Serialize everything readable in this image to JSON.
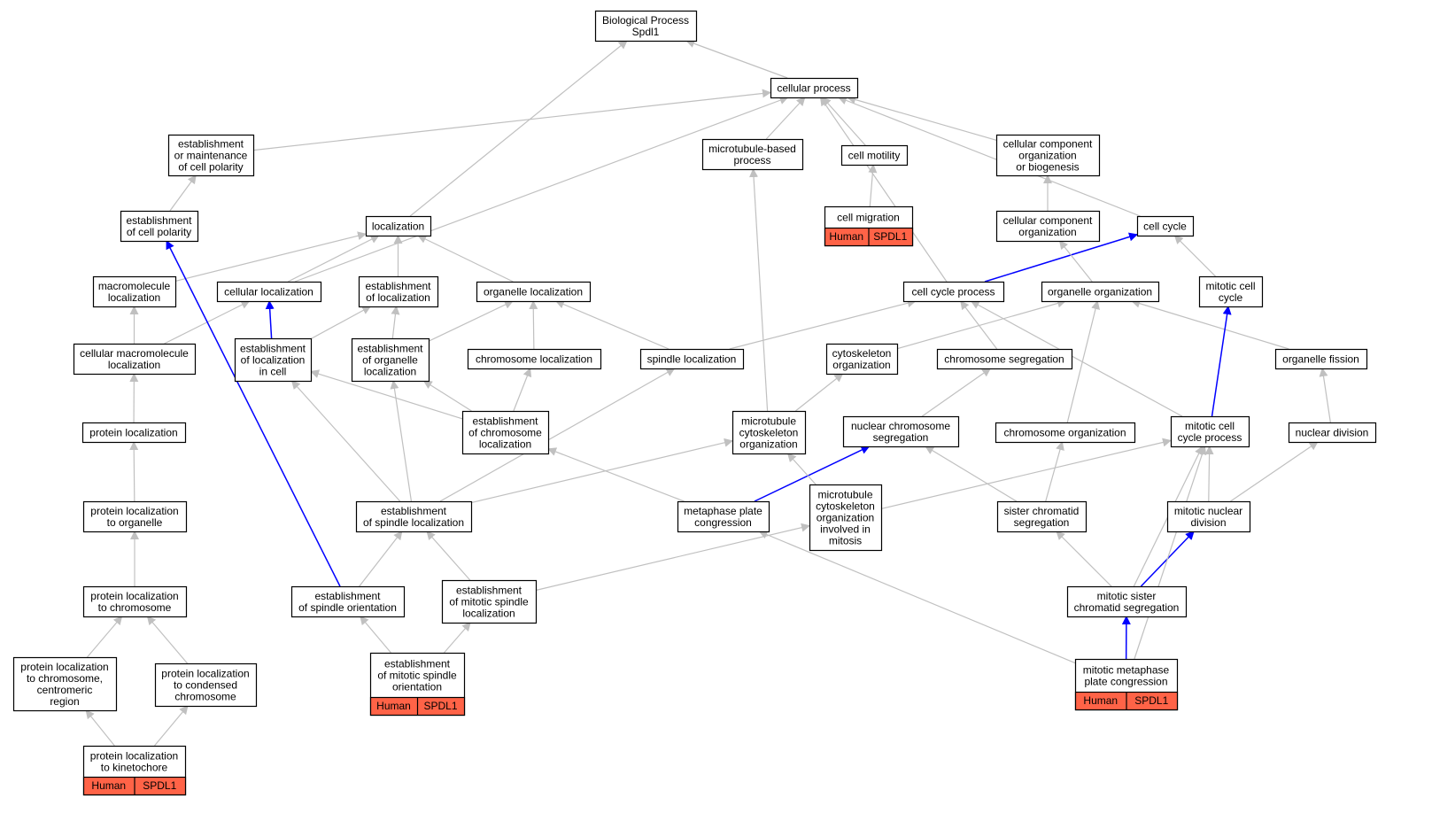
{
  "colors": {
    "edge": "#c0c0c0",
    "highlight": "#0000ff",
    "node_border": "#000000",
    "annotation": "#ff6347"
  },
  "annotation_labels": [
    "Human",
    "SPDL1"
  ],
  "nodes": [
    {
      "id": "root",
      "lines": [
        "Biological Process",
        "Spdl1"
      ]
    },
    {
      "id": "cellular_process",
      "lines": [
        "cellular process"
      ]
    },
    {
      "id": "est_maint_polarity",
      "lines": [
        "establishment",
        "or maintenance",
        "of cell polarity"
      ]
    },
    {
      "id": "microtubule_based",
      "lines": [
        "microtubule-based",
        "process"
      ]
    },
    {
      "id": "cell_motility",
      "lines": [
        "cell motility"
      ]
    },
    {
      "id": "ccob",
      "lines": [
        "cellular component",
        "organization",
        "or biogenesis"
      ]
    },
    {
      "id": "est_cell_polarity",
      "lines": [
        "establishment",
        "of cell polarity"
      ]
    },
    {
      "id": "localization",
      "lines": [
        "localization"
      ]
    },
    {
      "id": "cell_migration",
      "lines": [
        "cell migration"
      ],
      "annotated": true
    },
    {
      "id": "cco",
      "lines": [
        "cellular component",
        "organization"
      ]
    },
    {
      "id": "cell_cycle",
      "lines": [
        "cell cycle"
      ]
    },
    {
      "id": "macromolecule_loc",
      "lines": [
        "macromolecule",
        "localization"
      ]
    },
    {
      "id": "cellular_loc",
      "lines": [
        "cellular localization"
      ]
    },
    {
      "id": "est_loc",
      "lines": [
        "establishment",
        "of localization"
      ]
    },
    {
      "id": "organelle_loc",
      "lines": [
        "organelle localization"
      ]
    },
    {
      "id": "cell_cycle_process",
      "lines": [
        "cell cycle process"
      ]
    },
    {
      "id": "organelle_org",
      "lines": [
        "organelle organization"
      ]
    },
    {
      "id": "mitotic_cell_cycle",
      "lines": [
        "mitotic cell",
        "cycle"
      ]
    },
    {
      "id": "cell_macro_loc",
      "lines": [
        "cellular macromolecule",
        "localization"
      ]
    },
    {
      "id": "est_loc_in_cell",
      "lines": [
        "establishment",
        "of localization",
        "in cell"
      ]
    },
    {
      "id": "est_organelle_loc",
      "lines": [
        "establishment",
        "of organelle",
        "localization"
      ]
    },
    {
      "id": "chromosome_loc",
      "lines": [
        "chromosome localization"
      ]
    },
    {
      "id": "spindle_loc",
      "lines": [
        "spindle localization"
      ]
    },
    {
      "id": "cytoskeleton_org",
      "lines": [
        "cytoskeleton",
        "organization"
      ]
    },
    {
      "id": "chromosome_seg",
      "lines": [
        "chromosome segregation"
      ]
    },
    {
      "id": "organelle_fission",
      "lines": [
        "organelle fission"
      ]
    },
    {
      "id": "protein_loc",
      "lines": [
        "protein localization"
      ]
    },
    {
      "id": "est_chromosome_loc",
      "lines": [
        "establishment",
        "of chromosome",
        "localization"
      ]
    },
    {
      "id": "mt_cytoskeleton_org",
      "lines": [
        "microtubule",
        "cytoskeleton",
        "organization"
      ]
    },
    {
      "id": "nuclear_chr_seg",
      "lines": [
        "nuclear chromosome",
        "segregation"
      ]
    },
    {
      "id": "chromosome_org",
      "lines": [
        "chromosome organization"
      ]
    },
    {
      "id": "mitotic_ccp",
      "lines": [
        "mitotic cell",
        "cycle process"
      ]
    },
    {
      "id": "nuclear_division",
      "lines": [
        "nuclear division"
      ]
    },
    {
      "id": "protein_loc_organelle",
      "lines": [
        "protein localization",
        "to organelle"
      ]
    },
    {
      "id": "est_spindle_loc",
      "lines": [
        "establishment",
        "of spindle localization"
      ]
    },
    {
      "id": "metaphase_plate",
      "lines": [
        "metaphase plate",
        "congression"
      ]
    },
    {
      "id": "mt_org_mitosis",
      "lines": [
        "microtubule",
        "cytoskeleton",
        "organization",
        "involved in",
        "mitosis"
      ]
    },
    {
      "id": "sister_chromatid_seg",
      "lines": [
        "sister chromatid",
        "segregation"
      ]
    },
    {
      "id": "mitotic_nuclear_div",
      "lines": [
        "mitotic nuclear",
        "division"
      ]
    },
    {
      "id": "protein_loc_chromosome",
      "lines": [
        "protein localization",
        "to chromosome"
      ]
    },
    {
      "id": "est_spindle_orient",
      "lines": [
        "establishment",
        "of spindle orientation"
      ]
    },
    {
      "id": "est_mitotic_spindle_loc",
      "lines": [
        "establishment",
        "of mitotic spindle",
        "localization"
      ]
    },
    {
      "id": "mitotic_sister_seg",
      "lines": [
        "mitotic sister",
        "chromatid segregation"
      ]
    },
    {
      "id": "protein_loc_centromeric",
      "lines": [
        "protein localization",
        "to chromosome,",
        "centromeric",
        "region"
      ]
    },
    {
      "id": "protein_loc_condensed",
      "lines": [
        "protein localization",
        "to condensed",
        "chromosome"
      ]
    },
    {
      "id": "est_mitotic_spindle_orient",
      "lines": [
        "establishment",
        "of mitotic spindle",
        "orientation"
      ],
      "annotated": true
    },
    {
      "id": "mitotic_metaphase",
      "lines": [
        "mitotic metaphase",
        "plate congression"
      ],
      "annotated": true
    },
    {
      "id": "protein_loc_kinetochore",
      "lines": [
        "protein localization",
        "to kinetochore"
      ],
      "annotated": true
    }
  ],
  "edges": [
    {
      "from": "cellular_process",
      "to": "root"
    },
    {
      "from": "localization",
      "to": "root"
    },
    {
      "from": "est_maint_polarity",
      "to": "cellular_process"
    },
    {
      "from": "microtubule_based",
      "to": "cellular_process"
    },
    {
      "from": "cell_motility",
      "to": "cellular_process"
    },
    {
      "from": "ccob",
      "to": "cellular_process"
    },
    {
      "from": "cell_cycle",
      "to": "cellular_process"
    },
    {
      "from": "cellular_loc",
      "to": "cellular_process"
    },
    {
      "from": "cell_cycle_process",
      "to": "cellular_process"
    },
    {
      "from": "est_cell_polarity",
      "to": "est_maint_polarity"
    },
    {
      "from": "cell_migration",
      "to": "cell_motility"
    },
    {
      "from": "cco",
      "to": "ccob"
    },
    {
      "from": "macromolecule_loc",
      "to": "localization"
    },
    {
      "from": "cellular_loc",
      "to": "localization"
    },
    {
      "from": "est_loc",
      "to": "localization"
    },
    {
      "from": "organelle_loc",
      "to": "localization"
    },
    {
      "from": "cell_cycle_process",
      "to": "cell_cycle",
      "highlight": true
    },
    {
      "from": "mitotic_cell_cycle",
      "to": "cell_cycle"
    },
    {
      "from": "organelle_org",
      "to": "cco"
    },
    {
      "from": "cell_macro_loc",
      "to": "macromolecule_loc"
    },
    {
      "from": "cell_macro_loc",
      "to": "cellular_loc"
    },
    {
      "from": "est_loc_in_cell",
      "to": "cellular_loc",
      "highlight": true
    },
    {
      "from": "est_loc_in_cell",
      "to": "est_loc"
    },
    {
      "from": "est_organelle_loc",
      "to": "est_loc"
    },
    {
      "from": "est_organelle_loc",
      "to": "organelle_loc"
    },
    {
      "from": "chromosome_loc",
      "to": "organelle_loc"
    },
    {
      "from": "spindle_loc",
      "to": "organelle_loc"
    },
    {
      "from": "spindle_loc",
      "to": "cell_cycle_process"
    },
    {
      "from": "chromosome_seg",
      "to": "cell_cycle_process"
    },
    {
      "from": "mitotic_ccp",
      "to": "cell_cycle_process"
    },
    {
      "from": "cytoskeleton_org",
      "to": "organelle_org"
    },
    {
      "from": "organelle_fission",
      "to": "organelle_org"
    },
    {
      "from": "chromosome_org",
      "to": "organelle_org"
    },
    {
      "from": "mitotic_ccp",
      "to": "mitotic_cell_cycle",
      "highlight": true
    },
    {
      "from": "protein_loc",
      "to": "cell_macro_loc"
    },
    {
      "from": "est_chromosome_loc",
      "to": "est_loc_in_cell"
    },
    {
      "from": "est_chromosome_loc",
      "to": "est_organelle_loc"
    },
    {
      "from": "est_chromosome_loc",
      "to": "chromosome_loc"
    },
    {
      "from": "mt_cytoskeleton_org",
      "to": "cytoskeleton_org"
    },
    {
      "from": "mt_cytoskeleton_org",
      "to": "microtubule_based"
    },
    {
      "from": "nuclear_chr_seg",
      "to": "chromosome_seg"
    },
    {
      "from": "nuclear_division",
      "to": "organelle_fission"
    },
    {
      "from": "protein_loc_organelle",
      "to": "protein_loc"
    },
    {
      "from": "est_spindle_loc",
      "to": "est_loc_in_cell"
    },
    {
      "from": "est_spindle_loc",
      "to": "est_organelle_loc"
    },
    {
      "from": "est_spindle_loc",
      "to": "spindle_loc"
    },
    {
      "from": "est_spindle_loc",
      "to": "mt_cytoskeleton_org"
    },
    {
      "from": "metaphase_plate",
      "to": "est_chromosome_loc"
    },
    {
      "from": "metaphase_plate",
      "to": "nuclear_chr_seg",
      "highlight": true
    },
    {
      "from": "mt_org_mitosis",
      "to": "mt_cytoskeleton_org"
    },
    {
      "from": "mt_org_mitosis",
      "to": "mitotic_ccp"
    },
    {
      "from": "sister_chromatid_seg",
      "to": "nuclear_chr_seg"
    },
    {
      "from": "sister_chromatid_seg",
      "to": "chromosome_org"
    },
    {
      "from": "mitotic_nuclear_div",
      "to": "mitotic_ccp"
    },
    {
      "from": "mitotic_nuclear_div",
      "to": "nuclear_division"
    },
    {
      "from": "protein_loc_chromosome",
      "to": "protein_loc_organelle"
    },
    {
      "from": "est_spindle_orient",
      "to": "est_cell_polarity",
      "highlight": true
    },
    {
      "from": "est_spindle_orient",
      "to": "est_spindle_loc"
    },
    {
      "from": "est_mitotic_spindle_loc",
      "to": "est_spindle_loc"
    },
    {
      "from": "est_mitotic_spindle_loc",
      "to": "mt_org_mitosis"
    },
    {
      "from": "mitotic_sister_seg",
      "to": "sister_chromatid_seg"
    },
    {
      "from": "mitotic_sister_seg",
      "to": "mitotic_ccp"
    },
    {
      "from": "mitotic_sister_seg",
      "to": "mitotic_nuclear_div",
      "highlight": true
    },
    {
      "from": "protein_loc_centromeric",
      "to": "protein_loc_chromosome"
    },
    {
      "from": "protein_loc_condensed",
      "to": "protein_loc_chromosome"
    },
    {
      "from": "est_mitotic_spindle_orient",
      "to": "est_spindle_orient"
    },
    {
      "from": "est_mitotic_spindle_orient",
      "to": "est_mitotic_spindle_loc"
    },
    {
      "from": "mitotic_metaphase",
      "to": "metaphase_plate"
    },
    {
      "from": "mitotic_metaphase",
      "to": "mitotic_sister_seg",
      "highlight": true
    },
    {
      "from": "mitotic_metaphase",
      "to": "mitotic_ccp"
    },
    {
      "from": "protein_loc_kinetochore",
      "to": "protein_loc_centromeric"
    },
    {
      "from": "protein_loc_kinetochore",
      "to": "protein_loc_condensed"
    }
  ]
}
